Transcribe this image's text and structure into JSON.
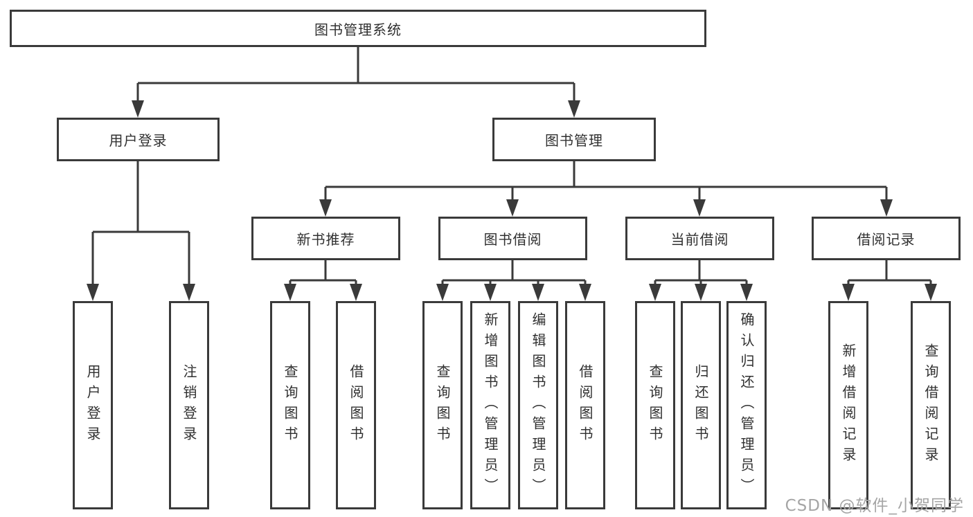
{
  "diagram": {
    "root": {
      "label": "图书管理系统",
      "children": [
        {
          "label": "用户登录",
          "children": [
            {
              "label": "用户登录"
            },
            {
              "label": "注销登录"
            }
          ]
        },
        {
          "label": "图书管理",
          "children": [
            {
              "label": "新书推荐",
              "children": [
                {
                  "label": "查询图书"
                },
                {
                  "label": "借阅图书"
                }
              ]
            },
            {
              "label": "图书借阅",
              "children": [
                {
                  "label": "查询图书"
                },
                {
                  "label": "新增图书（管理员）"
                },
                {
                  "label": "编辑图书（管理员）"
                },
                {
                  "label": "借阅图书"
                }
              ]
            },
            {
              "label": "当前借阅",
              "children": [
                {
                  "label": "查询图书"
                },
                {
                  "label": "归还图书"
                },
                {
                  "label": "确认归还（管理员）"
                }
              ]
            },
            {
              "label": "借阅记录",
              "children": [
                {
                  "label": "新增借阅记录"
                },
                {
                  "label": "查询借阅记录"
                }
              ]
            }
          ]
        }
      ]
    },
    "line_color": "#3a3a3a"
  },
  "watermark": {
    "text": "CSDN @软件_小贺同学"
  }
}
